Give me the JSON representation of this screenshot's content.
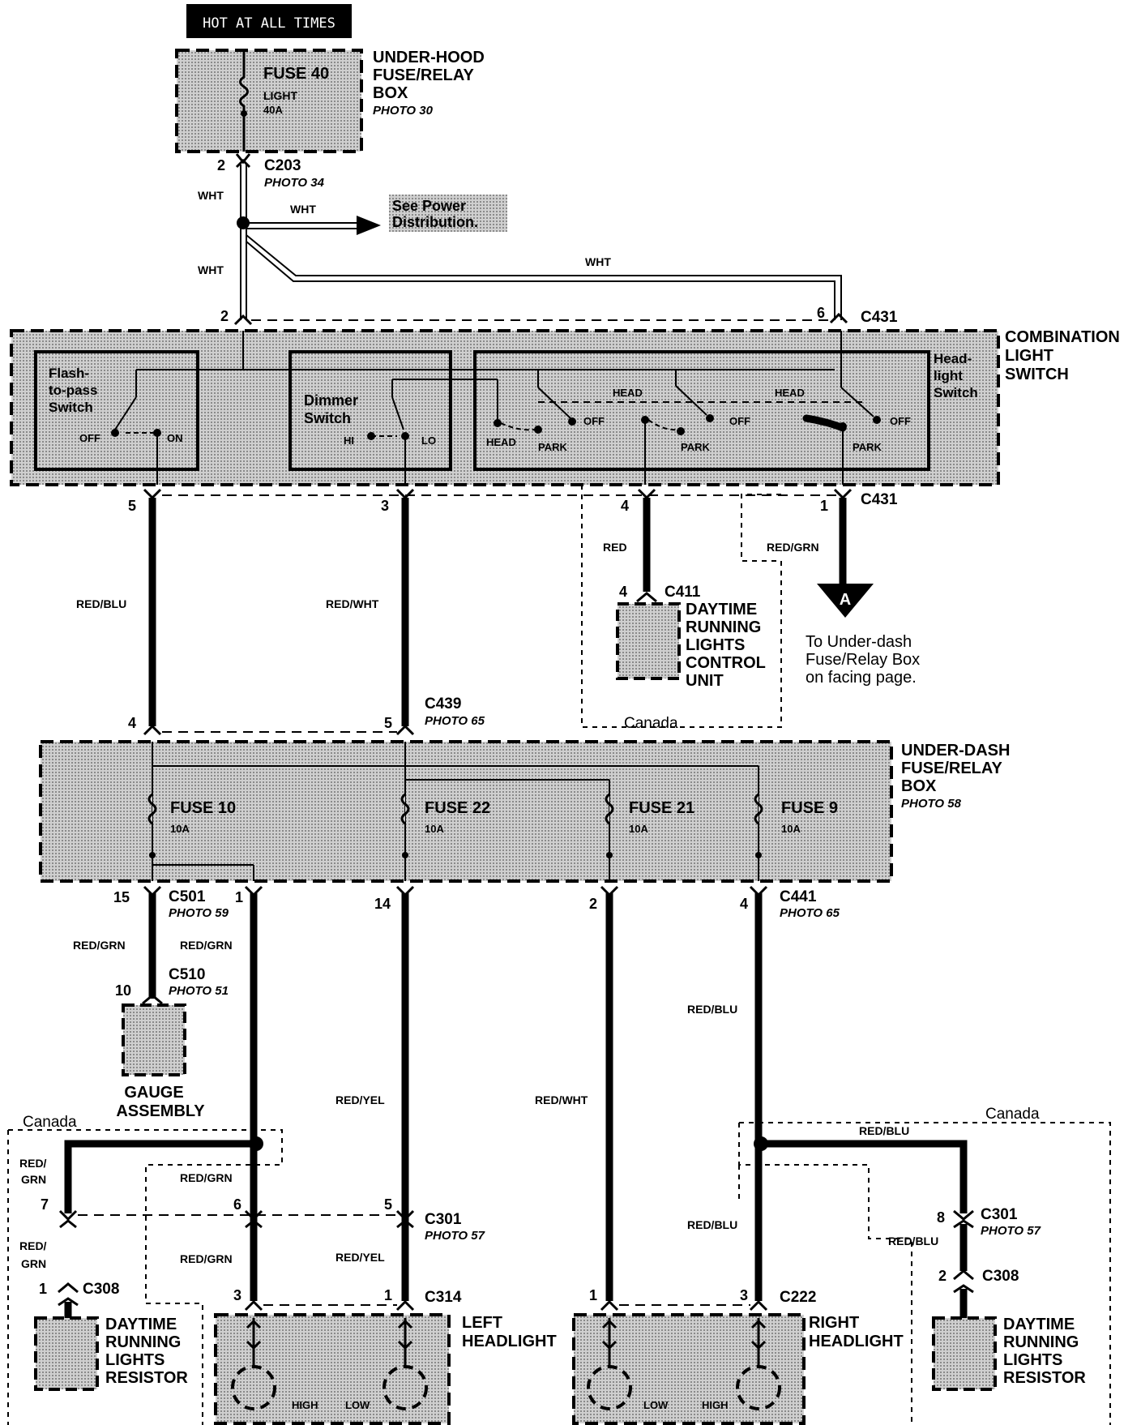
{
  "header_label": "HOT AT ALL TIMES",
  "fuse_box_top": {
    "title": [
      "UNDER-HOOD",
      "FUSE/RELAY",
      "BOX"
    ],
    "photo": "PHOTO 30",
    "fuse": "FUSE 40",
    "fuse_name": "LIGHT",
    "fuse_rating": "40A"
  },
  "c203": {
    "pin": "2",
    "name": "C203",
    "photo": "PHOTO 34"
  },
  "power_dist": [
    "See Power",
    "Distribution."
  ],
  "wires": {
    "wht": "WHT",
    "red_blu": "RED/BLU",
    "red_wht": "RED/WHT",
    "red": "RED",
    "red_grn": "RED/GRN",
    "red_yel": "RED/YEL",
    "red_slash": "RED/",
    "grn": "GRN"
  },
  "combination_switch": {
    "title": [
      "COMBINATION",
      "LIGHT",
      "SWITCH"
    ],
    "c431_top": {
      "pin_left": "2",
      "pin_right": "6",
      "name": "C431"
    },
    "flash": [
      "Flash-",
      "to-pass",
      "Switch"
    ],
    "flash_off": "OFF",
    "flash_on": "ON",
    "dimmer": [
      "Dimmer",
      "Switch"
    ],
    "hi": "HI",
    "lo": "LO",
    "headlight": [
      "Head-",
      "light",
      "Switch"
    ],
    "head": "HEAD",
    "park": "PARK",
    "off": "OFF"
  },
  "c431_bottom": {
    "pin5": "5",
    "pin3": "3",
    "pin4": "4",
    "pin1": "1",
    "name": "C431"
  },
  "drl_unit": {
    "pin": "4",
    "name": "C411",
    "title": [
      "DAYTIME",
      "RUNNING",
      "LIGHTS",
      "CONTROL",
      "UNIT"
    ]
  },
  "canada": "Canada",
  "connector_a": {
    "letter": "A",
    "text": [
      "To Under-dash",
      "Fuse/Relay Box",
      "on facing page."
    ]
  },
  "c439": {
    "name": "C439",
    "photo": "PHOTO 65",
    "pin4": "4",
    "pin5": "5"
  },
  "under_dash": {
    "title": [
      "UNDER-DASH",
      "FUSE/RELAY",
      "BOX"
    ],
    "photo": "PHOTO 58",
    "fuses": [
      {
        "name": "FUSE 10",
        "rating": "10A"
      },
      {
        "name": "FUSE 22",
        "rating": "10A"
      },
      {
        "name": "FUSE 21",
        "rating": "10A"
      },
      {
        "name": "FUSE 9",
        "rating": "10A"
      }
    ]
  },
  "c501": {
    "name": "C501",
    "photo": "PHOTO 59",
    "pin15": "15",
    "pin1": "1"
  },
  "c441": {
    "name": "C441",
    "photo": "PHOTO 65",
    "pin14": "14",
    "pin2": "2",
    "pin4": "4"
  },
  "c510": {
    "name": "C510",
    "photo": "PHOTO 51",
    "pin": "10"
  },
  "gauge": [
    "GAUGE",
    "ASSEMBLY"
  ],
  "c301_left": {
    "name": "C301",
    "photo": "PHOTO 57",
    "pin7": "7",
    "pin6": "6",
    "pin5": "5"
  },
  "c301_right": {
    "name": "C301",
    "photo": "PHOTO 57",
    "pin": "8"
  },
  "c308_left": {
    "name": "C308",
    "pin": "1"
  },
  "c308_right": {
    "name": "C308",
    "pin": "2"
  },
  "c314": {
    "name": "C314",
    "pin3": "3",
    "pin1": "1"
  },
  "c222": {
    "name": "C222",
    "pin1": "1",
    "pin3": "3"
  },
  "drl_resistor": [
    "DAYTIME",
    "RUNNING",
    "LIGHTS",
    "RESISTOR"
  ],
  "left_headlight": {
    "title": [
      "LEFT",
      "HEADLIGHT"
    ],
    "high": "HIGH",
    "low": "LOW"
  },
  "right_headlight": {
    "title": [
      "RIGHT",
      "HEADLIGHT"
    ],
    "low": "LOW",
    "high": "HIGH"
  }
}
